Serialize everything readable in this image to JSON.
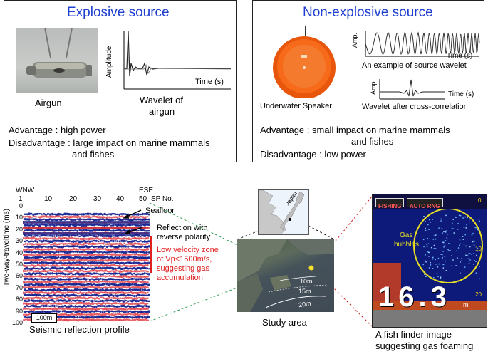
{
  "explosive": {
    "title": "Explosive source",
    "photo_caption": "Airgun",
    "amplitude_label": "Amplitude",
    "time_label": "Time (s)",
    "wavelet_caption_1": "Wavelet of",
    "wavelet_caption_2": "airgun",
    "advantage": "Advantage : high power",
    "disadvantage_1": "Disadvantage : large impact on marine mammals",
    "disadvantage_2": "and fishes"
  },
  "nonexplosive": {
    "title": "Non-explosive source",
    "photo_caption": "Underwater Speaker",
    "amp_label": "Amp.",
    "time_label": "Time (s)",
    "source_wavelet_caption": "An example of source wavelet",
    "xcorr_caption": "Wavelet after cross-correlation",
    "advantage_1": "Advantage : small impact on marine mammals",
    "advantage_2": "and fishes",
    "disadvantage": "Disadvantage : low power"
  },
  "seismic": {
    "wnw": "WNW",
    "ese": "ESE",
    "sp_label": "SP No.",
    "sp_ticks": [
      "1",
      "10",
      "20",
      "30",
      "40",
      "50"
    ],
    "y_label": "Two-way-traveltime (ms)",
    "y_ticks": [
      "0",
      "10",
      "20",
      "30",
      "40",
      "50",
      "60",
      "70",
      "80",
      "90",
      "100"
    ],
    "seafloor": "Seafloor",
    "reflection_1": "Reflection with",
    "reflection_2": "reverse polarity",
    "lowv_1": "Low velocity zone",
    "lowv_2": "of Vp<1500m/s,",
    "lowv_3": "suggesting gas",
    "lowv_4": "accumulation",
    "scale": "100m",
    "caption": "Seismic reflection profile"
  },
  "study": {
    "japan": "Japan",
    "d10": "10m",
    "d15": "15m",
    "d20": "20m",
    "caption": "Study area"
  },
  "fishfinder": {
    "btn_fishing": "FISHING",
    "btn_auto": "AUTO RNG",
    "scale_0": "0",
    "scale_10": "10",
    "scale_20": "20",
    "gas_1": "Gas",
    "gas_2": "bubbles",
    "depth": "16.3",
    "depth_unit": "m",
    "caption_1": "A fish finder image",
    "caption_2": "suggesting gas foaming"
  },
  "colors": {
    "blue_title": "#1f3fd0",
    "red_annotation": "#e02020",
    "seismic_blue": "#0a1a8c",
    "seismic_red": "#e0303a",
    "speaker_orange": "#f06010",
    "gas_yellow": "#e8e020"
  }
}
